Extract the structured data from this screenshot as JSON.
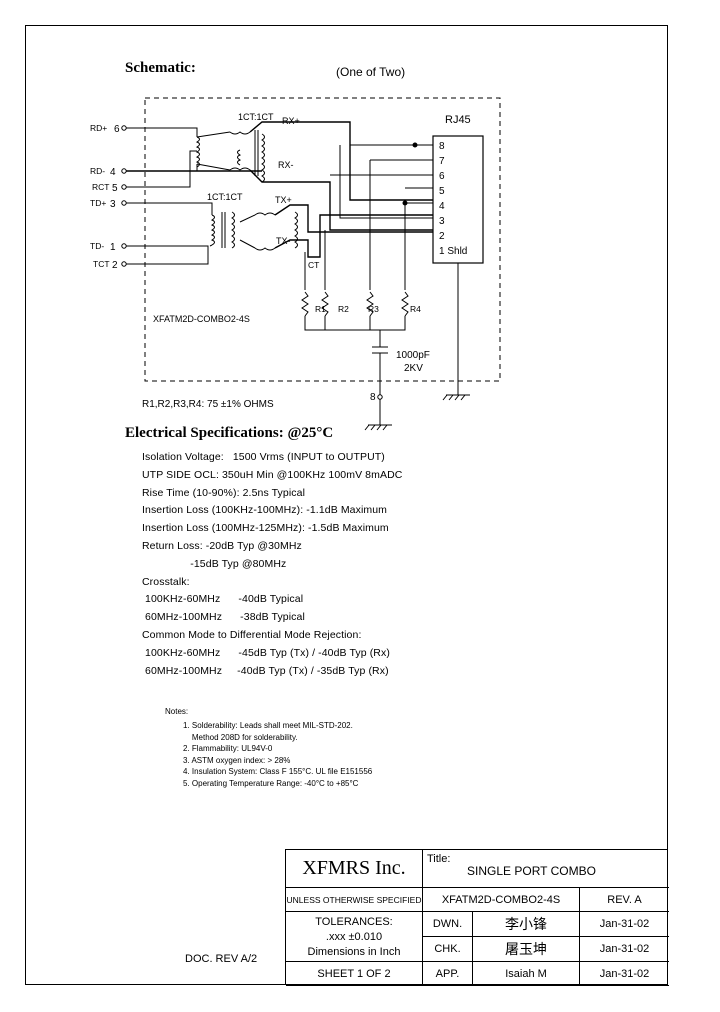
{
  "header": {
    "schematic_title": "Schematic:",
    "page_note": "(One of Two)"
  },
  "schematic": {
    "connector": "RJ45",
    "connector_pins": [
      "8",
      "7",
      "6",
      "5",
      "4",
      "3",
      "2",
      "1 Shld"
    ],
    "left_pins": [
      {
        "label": "RD+",
        "num": "6"
      },
      {
        "label": "RD-",
        "num": "4"
      },
      {
        "label": "RCT",
        "num": "5"
      },
      {
        "label": "TD+",
        "num": "3"
      },
      {
        "label": "TD-",
        "num": "1"
      },
      {
        "label": "TCT",
        "num": "2"
      }
    ],
    "ratio_rx": "1CT:1CT",
    "ratio_tx": "1CT:1CT",
    "rx_plus": "RX+",
    "rx_minus": "RX-",
    "tx_plus": "TX+",
    "tx_minus": "TX-",
    "ct": "CT",
    "resistors": [
      "R1",
      "R2",
      "R3",
      "R4"
    ],
    "part_label": "XFATM2D-COMBO2-4S",
    "cap_value": "1000pF",
    "cap_voltage": "2KV",
    "ground_pin": "8"
  },
  "resistor_note": "R1,R2,R3,R4: 75 ±1% OHMS",
  "electrical": {
    "heading": "Electrical   Specifications: @25°C",
    "lines": [
      "Isolation Voltage:   1500 Vrms (INPUT to OUTPUT)",
      "UTP SIDE OCL: 350uH Min @100KHz 100mV 8mADC",
      "Rise Time (10-90%): 2.5ns Typical",
      "Insertion Loss (100KHz-100MHz): -1.1dB Maximum",
      "Insertion Loss (100MHz-125MHz): -1.5dB Maximum",
      "Return Loss: -20dB Typ @30MHz",
      "                -15dB Typ @80MHz",
      "Crosstalk:",
      " 100KHz-60MHz      -40dB Typical",
      " 60MHz-100MHz      -38dB Typical",
      "Common Mode to Differential Mode Rejection:",
      " 100KHz-60MHz      -45dB Typ (Tx) / -40dB Typ (Rx)",
      " 60MHz-100MHz     -40dB Typ (Tx) / -35dB Typ (Rx)"
    ]
  },
  "notes": {
    "heading": "Notes:",
    "items": [
      "1. Solderability: Leads shall meet MIL-STD-202.",
      "    Method 208D for solderability.",
      "2. Flammability: UL94V-0",
      "3. ASTM oxygen index: > 28%",
      "4. Insulation System: Class F 155°C. UL file E151556",
      "5. Operating Temperature Range: -40°C to +85°C"
    ]
  },
  "doc_rev": "DOC. REV A/2",
  "title_block": {
    "company": "XFMRS Inc.",
    "title_label": "Title:",
    "title": "SINGLE PORT COMBO",
    "unless": "UNLESS OTHERWISE SPECIFIED",
    "part_number": "XFATM2D-COMBO2-4S",
    "rev": "REV. A",
    "tolerances": "TOLERANCES:",
    "tolerance_value": ".xxx ±0.010",
    "dimensions": "Dimensions in Inch",
    "dwn_label": "DWN.",
    "dwn_name": "李小锋",
    "dwn_date": "Jan-31-02",
    "chk_label": "CHK.",
    "chk_name": "屠玉坤",
    "chk_date": "Jan-31-02",
    "sheet": "SHEET  1  OF  2",
    "app_label": "APP.",
    "app_name": "Isaiah M",
    "app_date": "Jan-31-02"
  }
}
